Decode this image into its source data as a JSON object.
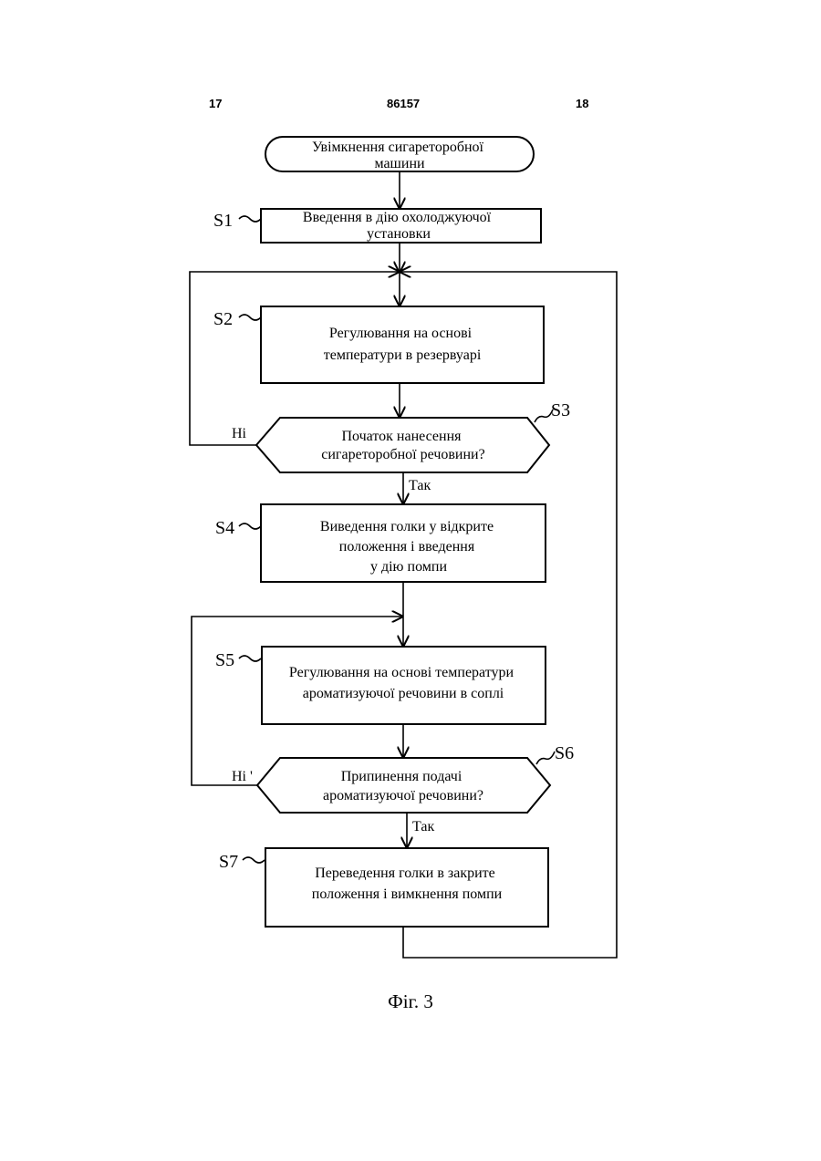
{
  "header": {
    "left_page": "17",
    "doc_number": "86157",
    "right_page": "18"
  },
  "flowchart": {
    "start": [
      "Увімкнення сигареторобної",
      "машини"
    ],
    "s1": {
      "label": "S1",
      "lines": [
        "Введення в дію охолоджуючої",
        "установки"
      ]
    },
    "s2": {
      "label": "S2",
      "lines": [
        "Регулювання на основі",
        "температури в резервуарі"
      ]
    },
    "s3": {
      "label": "S3",
      "lines": [
        "Початок нанесення",
        "сигареторобної речовини?"
      ],
      "no": "Ні",
      "yes": "Так"
    },
    "s4": {
      "label": "S4",
      "lines": [
        "Виведення голки у відкрите",
        "положення і введення",
        "у дію помпи"
      ]
    },
    "s5": {
      "label": "S5",
      "lines": [
        "Регулювання на основі температури",
        "ароматизуючої речовини в соплі"
      ]
    },
    "s6": {
      "label": "S6",
      "lines": [
        "Припинення подачі",
        "ароматизуючої речовини?"
      ],
      "no": "Ні '",
      "yes": "Так"
    },
    "s7": {
      "label": "S7",
      "lines": [
        "Переведення голки в закрите",
        "положення і вимкнення помпи"
      ]
    }
  },
  "caption": "Фіг. 3"
}
